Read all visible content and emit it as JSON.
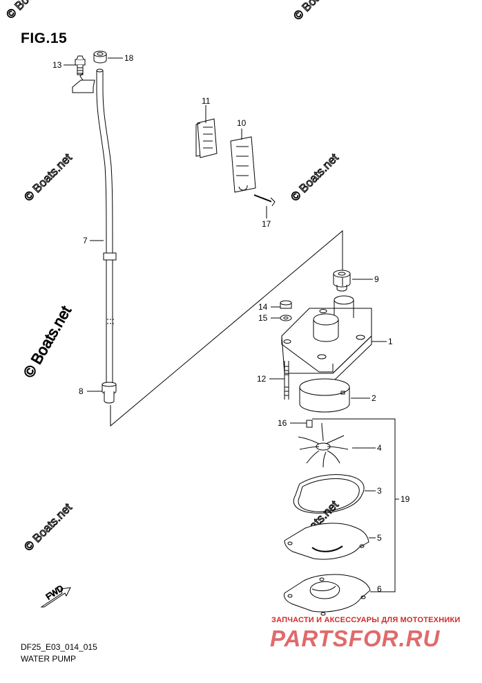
{
  "figure": {
    "title": "FIG.15",
    "code": "DF25_E03_014_015",
    "name": "WATER PUMP"
  },
  "callouts": [
    {
      "id": "13",
      "text": "13"
    },
    {
      "id": "18",
      "text": "18"
    },
    {
      "id": "11",
      "text": "11"
    },
    {
      "id": "10",
      "text": "10"
    },
    {
      "id": "17",
      "text": "17"
    },
    {
      "id": "7",
      "text": "7"
    },
    {
      "id": "9",
      "text": "9"
    },
    {
      "id": "14",
      "text": "14"
    },
    {
      "id": "15",
      "text": "15"
    },
    {
      "id": "1",
      "text": "1"
    },
    {
      "id": "12",
      "text": "12"
    },
    {
      "id": "2",
      "text": "2"
    },
    {
      "id": "8",
      "text": "8"
    },
    {
      "id": "16",
      "text": "16"
    },
    {
      "id": "4",
      "text": "4"
    },
    {
      "id": "3",
      "text": "3"
    },
    {
      "id": "19",
      "text": "19"
    },
    {
      "id": "5",
      "text": "5"
    },
    {
      "id": "6",
      "text": "6"
    }
  ],
  "watermark": "© Boats.net",
  "fwd_arrow_label": "FWD",
  "ad": {
    "tagline": "ЗАПЧАСТИ И АКСЕССУАРЫ ДЛЯ МОТОТЕХНИКИ",
    "brand": "PARTSFOR.RU"
  }
}
